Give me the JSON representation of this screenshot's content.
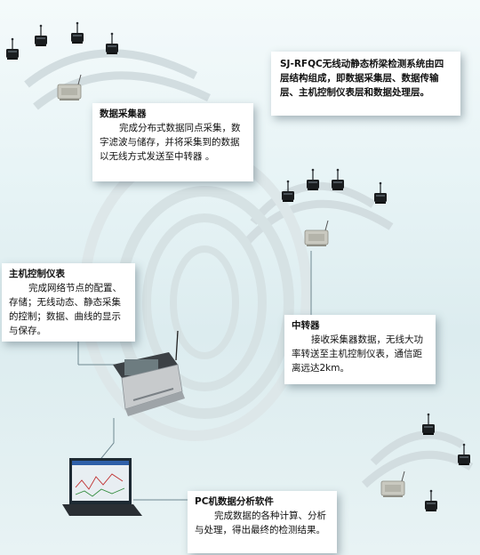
{
  "colors": {
    "wave": "#d2dde0",
    "link_line": "#6f8891",
    "node_body": "#1a1d1f",
    "node_antenna": "#2b2f33",
    "collector_body": "#c9c9c0"
  },
  "icons": {
    "sensor_node": "wireless-sensor-node-icon",
    "collector": "data-collector-device-icon",
    "host": "host-control-instrument-case-icon",
    "laptop": "laptop-pc-icon"
  },
  "system_box": {
    "text": "SJ-RFQC无线动静态桥梁检测系统由四层结构组成，即数据采集层、数据传输层、主机控制仪表层和数据处理层。"
  },
  "collector_box": {
    "title": "数据采集器",
    "body": "完成分布式数据同点采集，数字滤波与储存，并将采集到的数据以无线方式发送至中转器 。"
  },
  "host_box": {
    "title": "主机控制仪表",
    "body": "完成网络节点的配置、存储；无线动态、静态采集的控制；数据、曲线的显示与保存。"
  },
  "relay_box": {
    "title": "中转器",
    "body": "接收采集器数据，无线大功率转送至主机控制仪表，通信距离远达2km。"
  },
  "pc_box": {
    "title": "PC机数据分析软件",
    "body": "完成数据的各种计算、分析与处理，得出最终的检测结果。"
  }
}
